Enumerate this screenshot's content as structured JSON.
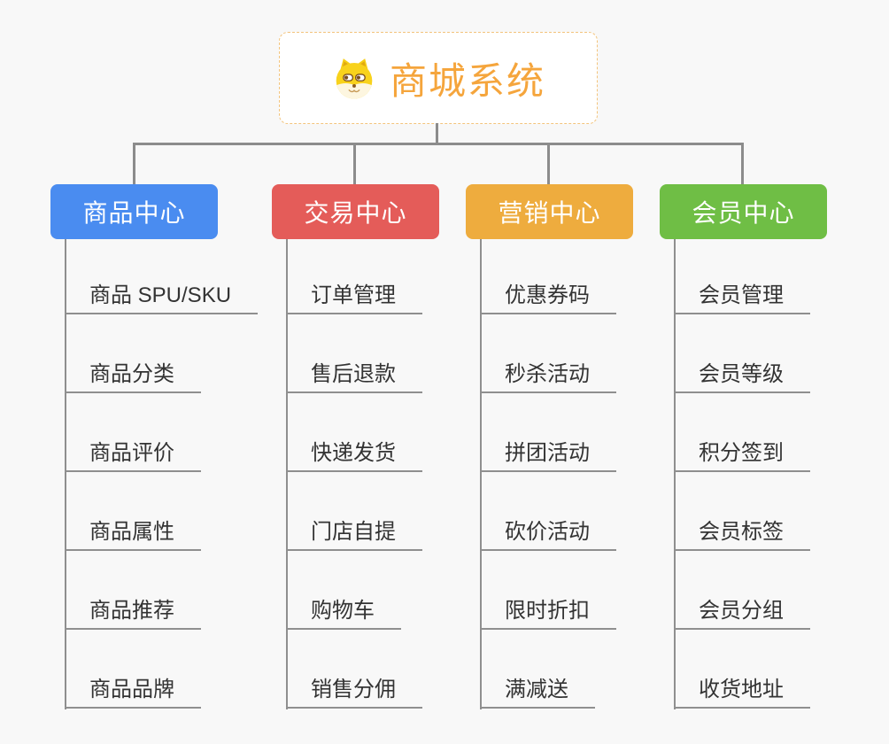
{
  "root": {
    "title": "商城系统",
    "title_color": "#f5a53c",
    "border_color": "#f3c47c",
    "icon": "shiba-dog-icon"
  },
  "connector_color": "#8c8c8c",
  "branches": [
    {
      "label": "商品中心",
      "color": "#4a8cf0",
      "items": [
        "商品 SPU/SKU",
        "商品分类",
        "商品评价",
        "商品属性",
        "商品推荐",
        "商品品牌"
      ]
    },
    {
      "label": "交易中心",
      "color": "#e45c59",
      "items": [
        "订单管理",
        "售后退款",
        "快递发货",
        "门店自提",
        "购物车",
        "销售分佣"
      ]
    },
    {
      "label": "营销中心",
      "color": "#eeac3e",
      "items": [
        "优惠券码",
        "秒杀活动",
        "拼团活动",
        "砍价活动",
        "限时折扣",
        "满减送"
      ]
    },
    {
      "label": "会员中心",
      "color": "#6fbe45",
      "items": [
        "会员管理",
        "会员等级",
        "积分签到",
        "会员标签",
        "会员分组",
        "收货地址"
      ]
    }
  ]
}
